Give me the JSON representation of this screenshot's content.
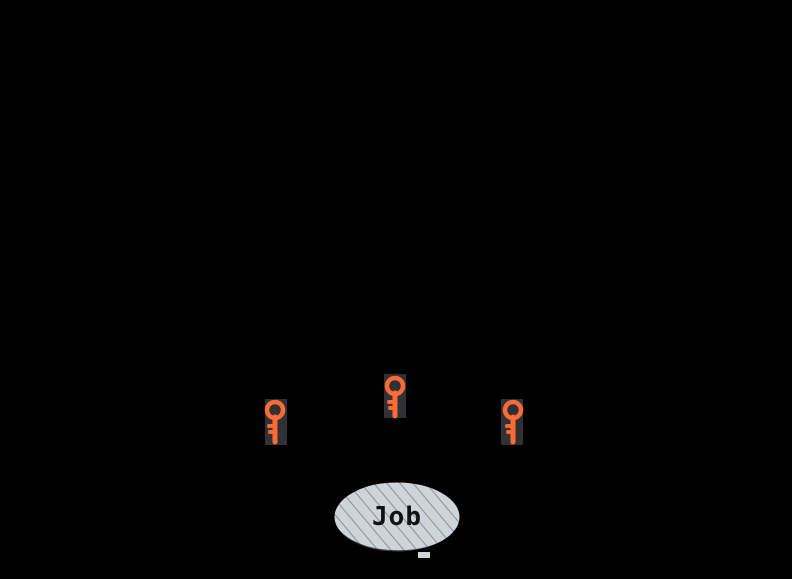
{
  "diagram": {
    "background": "#000000",
    "nodes": [
      {
        "id": "job",
        "shape": "ellipse",
        "label": "Job",
        "fill": "#ced4da",
        "stroke": "#000000",
        "fill_style": "hachure"
      }
    ],
    "icons": [
      {
        "id": "key-left",
        "type": "key-icon",
        "color": "#ff6b35",
        "backdrop": "#868e96"
      },
      {
        "id": "key-center",
        "type": "key-icon",
        "color": "#ff6b35",
        "backdrop": "#868e96"
      },
      {
        "id": "key-right",
        "type": "key-icon",
        "color": "#ff6b35",
        "backdrop": "#868e96"
      }
    ]
  }
}
